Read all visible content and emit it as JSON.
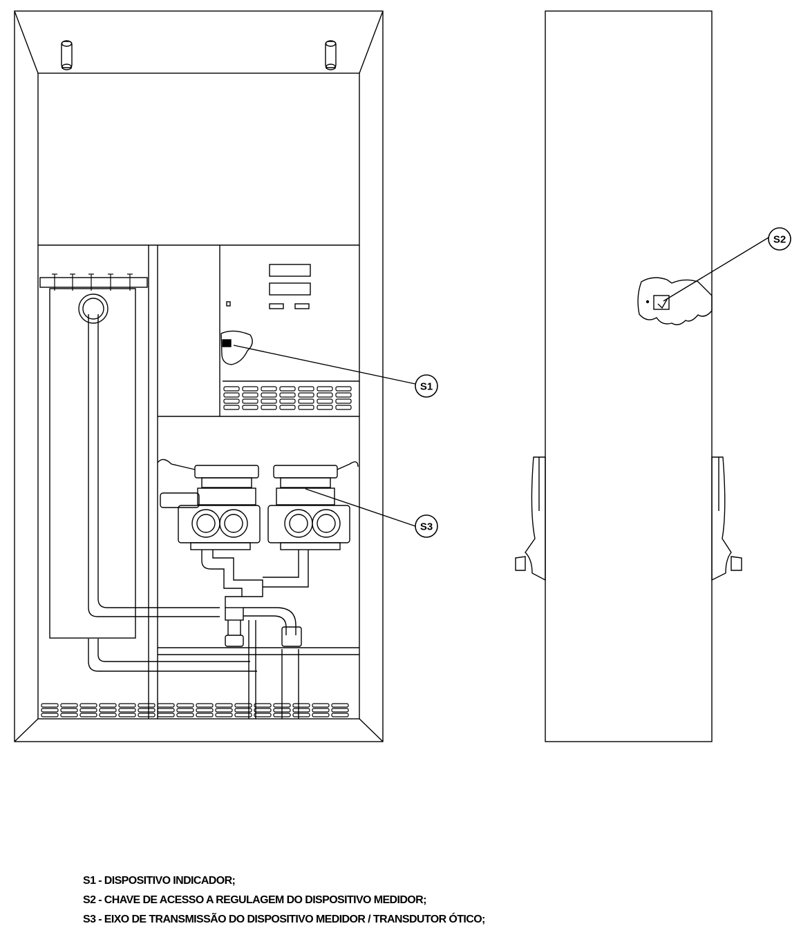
{
  "callouts": {
    "s1": "S1",
    "s2": "S2",
    "s3": "S3"
  },
  "legend": [
    "S1 - DISPOSITIVO INDICADOR;",
    "S2 - CHAVE DE ACESSO A REGULAGEM DO DISPOSITIVO MEDIDOR;",
    "S3 - EIXO DE TRANSMISSÃO DO DISPOSITIVO MEDIDOR / TRANSDUTOR ÓTICO;"
  ]
}
